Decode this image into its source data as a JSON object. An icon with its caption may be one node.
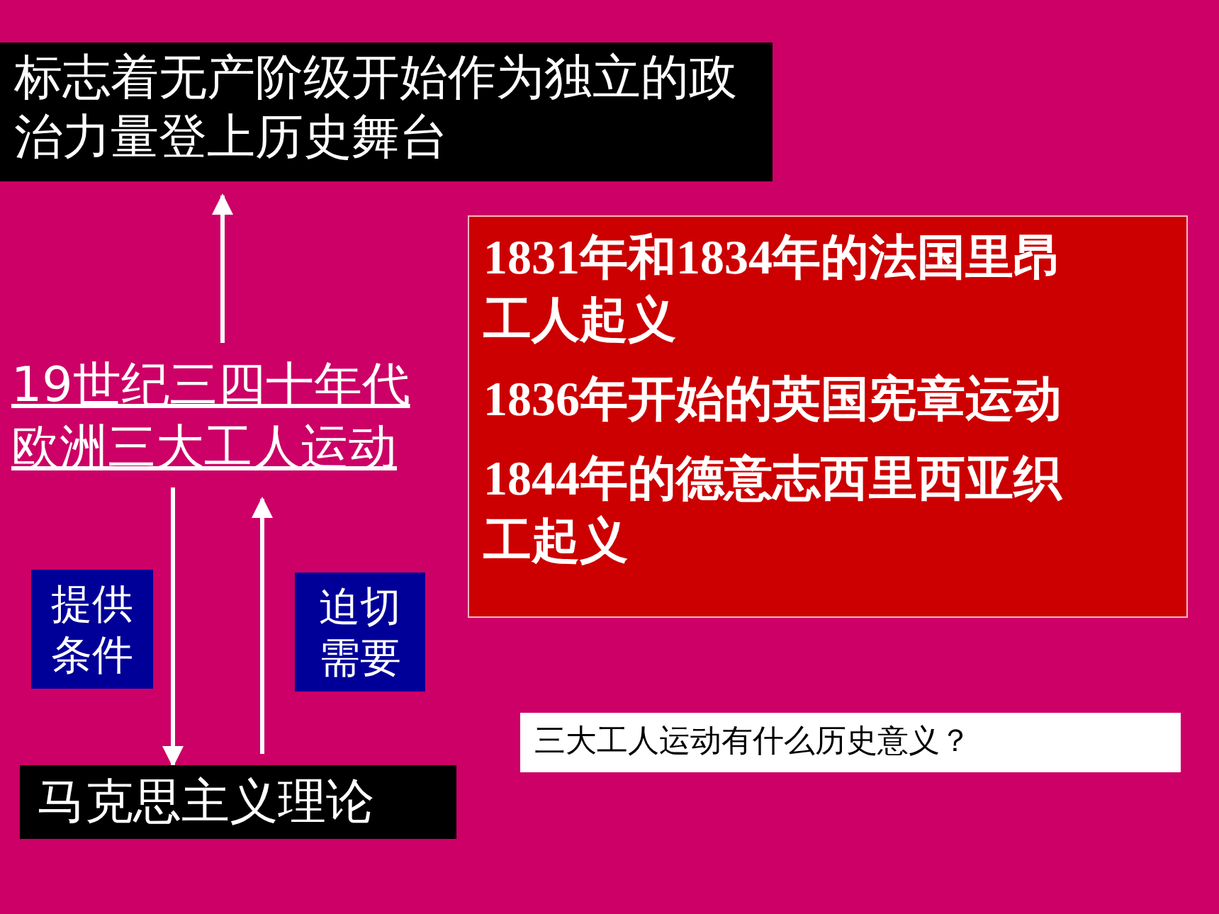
{
  "diagram": {
    "nodes": [
      {
        "text": [
          "标志着无产阶级开始作为独立的政治力量登上历史舞台"
        ]
      },
      {
        "text": [
          "19世纪三四十年代欧洲三大工人运动"
        ]
      },
      {
        "text": [
          "1831年和1834年的法国里昂工人起义",
          "1836年开始的英国宪章运动",
          "1844年的德意志西里西亚织工起义"
        ]
      },
      {
        "text": [
          "马克思主义理论"
        ]
      },
      {
        "text": [
          "三大工人运动有什么历史意义？"
        ]
      }
    ],
    "edges": [
      {
        "from": 1,
        "to": 0,
        "arrow": "to"
      },
      {
        "from": 1,
        "to": 3,
        "arrow": "to",
        "label": "提供条件"
      },
      {
        "from": 3,
        "to": 1,
        "arrow": "to",
        "label": "迫切需要"
      }
    ]
  }
}
